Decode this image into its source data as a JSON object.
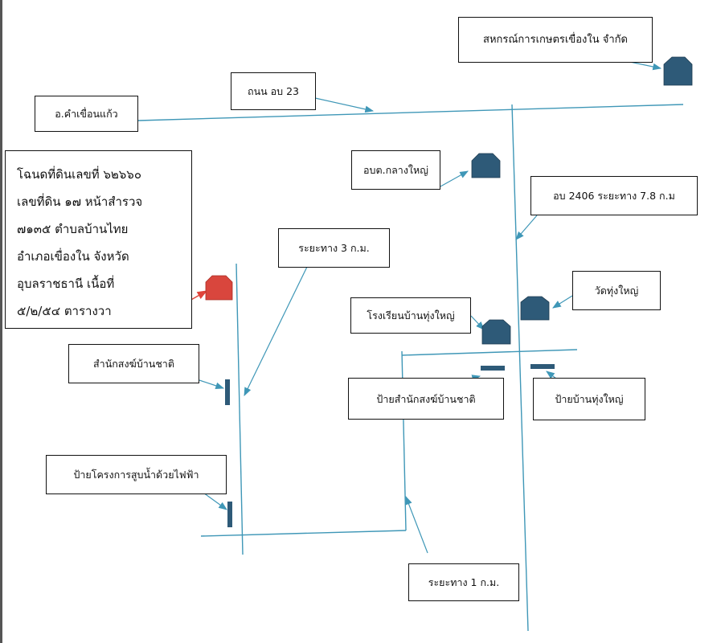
{
  "labels": {
    "cooperative": "สหกรณ์การเกษตรเขื่องใน จำกัด",
    "road_ub23": "ถนน อบ 23",
    "district": "อ.คำเขื่อนแก้ว",
    "sao": "อบต.กลางใหญ่",
    "road_ub2406": "อบ 2406 ระยะทาง 7.8 ก.ม",
    "distance_3km": "ระยะทาง 3 ก.ม.",
    "temple": "วัดทุ่งใหญ่",
    "school": "โรงเรียนบ้านทุ่งใหญ่",
    "monk_office": "สำนักสงฆ์บ้านชาติ",
    "sign_monk_office": "ป้ายสำนักสงฆ์บ้านชาติ",
    "sign_village": "ป้ายบ้านทุ่งใหญ่",
    "sign_pump_project": "ป้ายโครงการสูบน้ำด้วยไฟฟ้า",
    "distance_1km": "ระยะทาง 1 ก.ม."
  },
  "deed": {
    "lines": [
      "โฉนดที่ดินเลขที่ ๖๒๖๖๐",
      "เลขที่ดิน ๑๗ หน้าสำรวจ",
      "๗๑๓๕ ตำบลบ้านไทย",
      "อำเภอเขื่องใน จังหวัด",
      "อุบลราชธานี  เนื้อที่",
      "๕/๒/๕๔ ตารางวา"
    ]
  },
  "colors": {
    "road": "#3f97b7",
    "arrow": "#3f97b7",
    "building": "#2e5a78",
    "plot": "#d9463d",
    "plot_arrow": "#e0443a",
    "sign": "#2e5a78",
    "border": "#111111"
  },
  "icons": [
    "building-icon",
    "plot-icon",
    "sign-post-icon",
    "arrow-pointer"
  ]
}
